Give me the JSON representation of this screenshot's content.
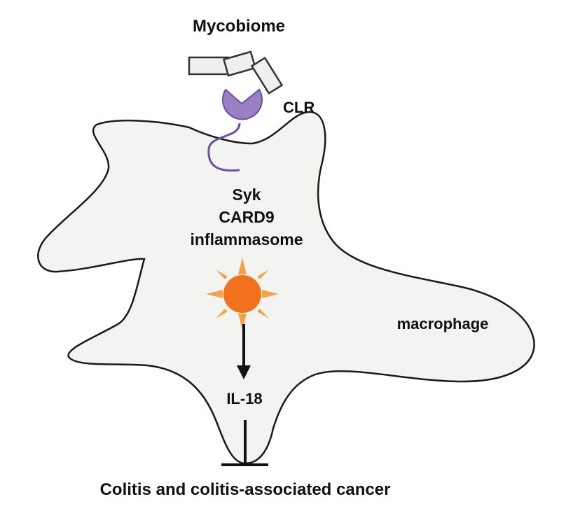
{
  "labels": {
    "mycobiome": "Mycobiome",
    "clr": "CLR",
    "syk": "Syk",
    "card9": "CARD9",
    "inflammasome": "inflammasome",
    "macrophage": "macrophage",
    "il18": "IL-18",
    "outcome": "Colitis and colitis-associated cancer"
  },
  "colors": {
    "cell_fill": "#f3f3f1",
    "outline": "#1a1a1a",
    "receptor": "#9a7fc4",
    "receptor_stroke": "#6b4fa0",
    "sun_core": "#f2711c",
    "sun_rays": "#f5a34b",
    "fungus_fill": "#efefef"
  }
}
